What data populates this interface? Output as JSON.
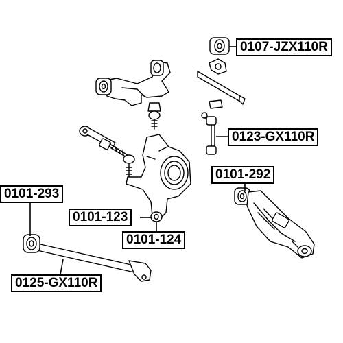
{
  "labels": {
    "stabilizer_bushing": "0107-JZX110R",
    "stabilizer_link": "0123-GX110R",
    "lower_arm_bushing": "0101-292",
    "trailing_arm_bushing": "0101-293",
    "knuckle_bushing_upper": "0101-123",
    "knuckle_bushing_lower": "0101-124",
    "lateral_link": "0125-GX110R"
  },
  "colors": {
    "line": "#000000",
    "background": "#ffffff"
  }
}
